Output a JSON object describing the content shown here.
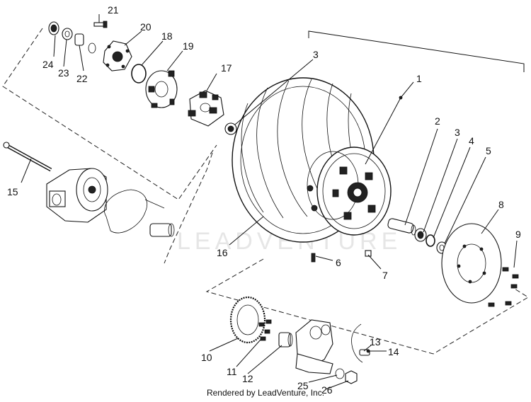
{
  "diagram": {
    "callouts": [
      "1",
      "2",
      "3",
      "3",
      "4",
      "5",
      "6",
      "7",
      "8",
      "9",
      "10",
      "11",
      "12",
      "13",
      "14",
      "15",
      "16",
      "17",
      "18",
      "19",
      "20",
      "21",
      "22",
      "23",
      "24",
      "25",
      "26"
    ],
    "watermark": "LEADVENTURE",
    "footer": "Rendered by LeadVenture, Inc."
  }
}
